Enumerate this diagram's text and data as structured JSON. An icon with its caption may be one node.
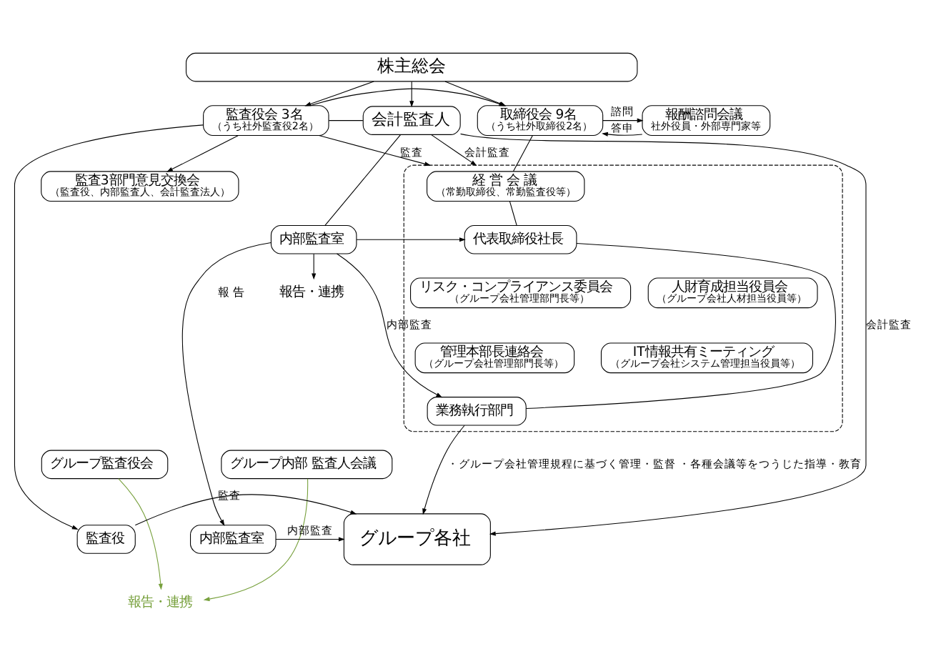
{
  "diagram": {
    "nodes": [
      {
        "text": [
          "株主総会"
        ]
      },
      {
        "text": [
          "会計監査人"
        ]
      },
      {
        "text": [
          "監査役会 3名",
          "（うち社外監査役2名）"
        ]
      },
      {
        "text": [
          "取締役会 9名",
          "（うち社外取締役2名）"
        ]
      },
      {
        "text": [
          "報酬諮問会議",
          "社外役員・外部専門家等"
        ]
      },
      {
        "text": [
          "監査3部門意見交換会",
          "（監査役、内部監査人、会計監査法人）"
        ]
      },
      {
        "text": [],
        "shape": "box"
      },
      {
        "text": [
          "経 営 会 議",
          "（常勤取締役、常勤監査役等）"
        ],
        "in": 6
      },
      {
        "text": [
          "内部監査室"
        ]
      },
      {
        "text": [
          "代表取締役社長"
        ],
        "in": 6
      },
      {
        "text": [
          "リスク・コンプライアンス委員会",
          "（グループ会社管理部門長等）"
        ],
        "in": 6
      },
      {
        "text": [
          "人財育成担当役員会",
          "（グループ会社人材担当役員等）"
        ],
        "in": 6
      },
      {
        "text": [
          "管理本部長連絡会",
          "（グループ会社管理部門長等）"
        ],
        "in": 6
      },
      {
        "text": [
          "IT情報共有ミーティング",
          "（グループ会社システム管理担当役員等）"
        ],
        "in": 6
      },
      {
        "text": [
          "業務執行部門"
        ],
        "in": 6
      },
      {
        "text": [
          "グループ監査役会"
        ]
      },
      {
        "text": [
          "グループ内部 監査人会議"
        ]
      },
      {
        "text": [
          "監査役"
        ]
      },
      {
        "text": [
          "内部監査室"
        ]
      },
      {
        "text": [
          "グループ各社"
        ]
      },
      {
        "text": [
          "報告・連携"
        ]
      },
      {
        "text": [
          "報告・連携"
        ]
      }
    ],
    "edges": [
      {
        "from": 0,
        "to": 1,
        "arrow": "to"
      },
      {
        "from": 0,
        "to": 2,
        "arrow": "to"
      },
      {
        "from": 0,
        "to": 3,
        "arrow": "to"
      },
      {
        "from": 2,
        "to": 3,
        "arrow": "to"
      },
      {
        "from": 3,
        "to": 4,
        "arrow": "to",
        "label": "諮問"
      },
      {
        "from": 4,
        "to": 3,
        "arrow": "to",
        "label": "答申"
      },
      {
        "from": 2,
        "to": 6,
        "arrow": "to",
        "label": "監査"
      },
      {
        "from": 2,
        "to": 5,
        "arrow": "to"
      },
      {
        "from": 2,
        "to": 1,
        "arrow": "none"
      },
      {
        "from": 1,
        "to": 8,
        "arrow": "none"
      },
      {
        "from": 3,
        "to": 7,
        "arrow": "none"
      },
      {
        "from": 7,
        "to": 9,
        "arrow": "none"
      },
      {
        "from": 9,
        "to": 14,
        "arrow": "none"
      },
      {
        "from": 1,
        "to": 6,
        "arrow": "to",
        "label": "会計監査"
      },
      {
        "from": 8,
        "to": 21,
        "arrow": "to"
      },
      {
        "from": 8,
        "to": 9,
        "arrow": "to"
      },
      {
        "from": 8,
        "to": 14,
        "arrow": "to",
        "label": "内部監査"
      },
      {
        "from": 2,
        "to": 17,
        "arrow": "to"
      },
      {
        "from": 8,
        "to": 18,
        "arrow": "to"
      },
      {
        "from": 14,
        "to": 19,
        "arrow": "to",
        "label": "・グループ会社管理規程に基づく管理・監督 ・各種会議等をつうじた指導・教育"
      },
      {
        "from": 1,
        "to": 19,
        "arrow": "to",
        "label": "会計監査"
      },
      {
        "from": 17,
        "to": 19,
        "arrow": "to",
        "label": "監査"
      },
      {
        "from": 18,
        "to": 19,
        "arrow": "to",
        "label": "内部監査"
      },
      {
        "from": 15,
        "to": 20,
        "arrow": "to",
        "color": "#77a03c"
      },
      {
        "from": 16,
        "to": 20,
        "arrow": "to",
        "color": "#77a03c"
      }
    ],
    "labels": [
      "報 告"
    ]
  }
}
